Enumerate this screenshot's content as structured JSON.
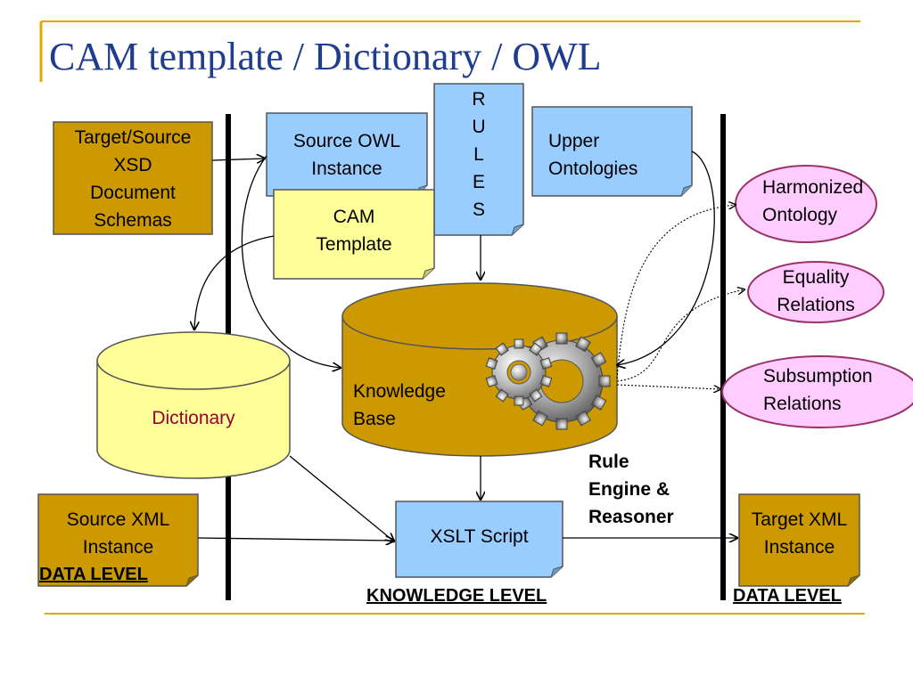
{
  "title": "CAM template / Dictionary / OWL",
  "nodes": {
    "target_source_xsd": [
      "Target/Source",
      "XSD",
      "Document",
      "Schemas"
    ],
    "source_owl": [
      "Source OWL",
      "Instance"
    ],
    "rules": [
      "R",
      "U",
      "L",
      "E",
      "S"
    ],
    "upper_ontologies": [
      "Upper",
      "Ontologies"
    ],
    "cam_template": [
      "CAM",
      "Template"
    ],
    "dictionary": "Dictionary",
    "knowledge_base": [
      "Knowledge",
      "Base"
    ],
    "harmonized_ontology": [
      "Harmonized",
      "Ontology"
    ],
    "equality_relations": [
      "Equality",
      "Relations"
    ],
    "subsumption_relations": [
      "Subsumption",
      "Relations"
    ],
    "rule_engine": [
      "Rule",
      "Engine &",
      "Reasoner"
    ],
    "source_xml": [
      "Source XML",
      "Instance"
    ],
    "xslt_script": "XSLT Script",
    "target_xml": [
      "Target XML",
      "Instance"
    ]
  },
  "levels": {
    "left_data": "DATA LEVEL",
    "knowledge": "KNOWLEDGE LEVEL",
    "right_data": "DATA LEVEL"
  },
  "colors": {
    "gold": "#cc9900",
    "blue": "#99ccff",
    "yellow": "#ffff99",
    "pink": "#ffccff",
    "ellipse_border": "#993366",
    "title": "#1f3d8f",
    "rule_line": "#e0a800"
  },
  "icons": [
    "gears-icon"
  ]
}
